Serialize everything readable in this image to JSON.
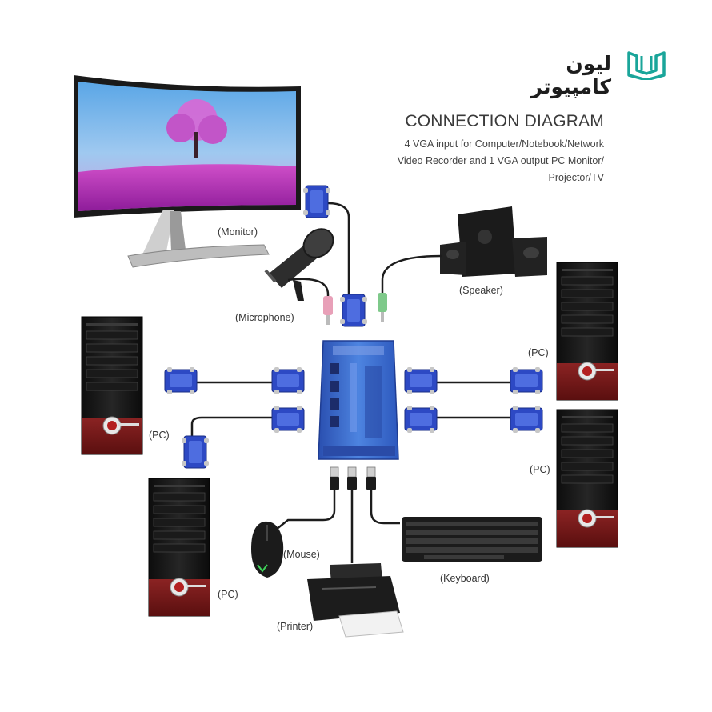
{
  "brand": {
    "name": "لیون کامپیوتر",
    "accent": "#1aa59a"
  },
  "diagram": {
    "title": "CONNECTION DIAGRAM",
    "subtitle_lines": [
      "4 VGA input for Computer/Notebook/Network",
      "Video Recorder and 1 VGA output PC Monitor/",
      "Projector/TV"
    ],
    "labels": {
      "monitor": "(Monitor)",
      "microphone": "(Microphone)",
      "speaker": "(Speaker)",
      "pc_left_top": "(PC)",
      "pc_left_bottom": "(PC)",
      "pc_right_top": "(PC)",
      "pc_right_bottom": "(PC)",
      "mouse": "(Mouse)",
      "printer": "(Printer)",
      "keyboard": "(Keyboard)"
    },
    "colors": {
      "vga_blue": "#2f4fc9",
      "switch_blue": "#3b6fd1",
      "pc_red": "#7a1a1a",
      "audio_green": "#7ec98a",
      "audio_pink": "#e8a0b8"
    }
  }
}
